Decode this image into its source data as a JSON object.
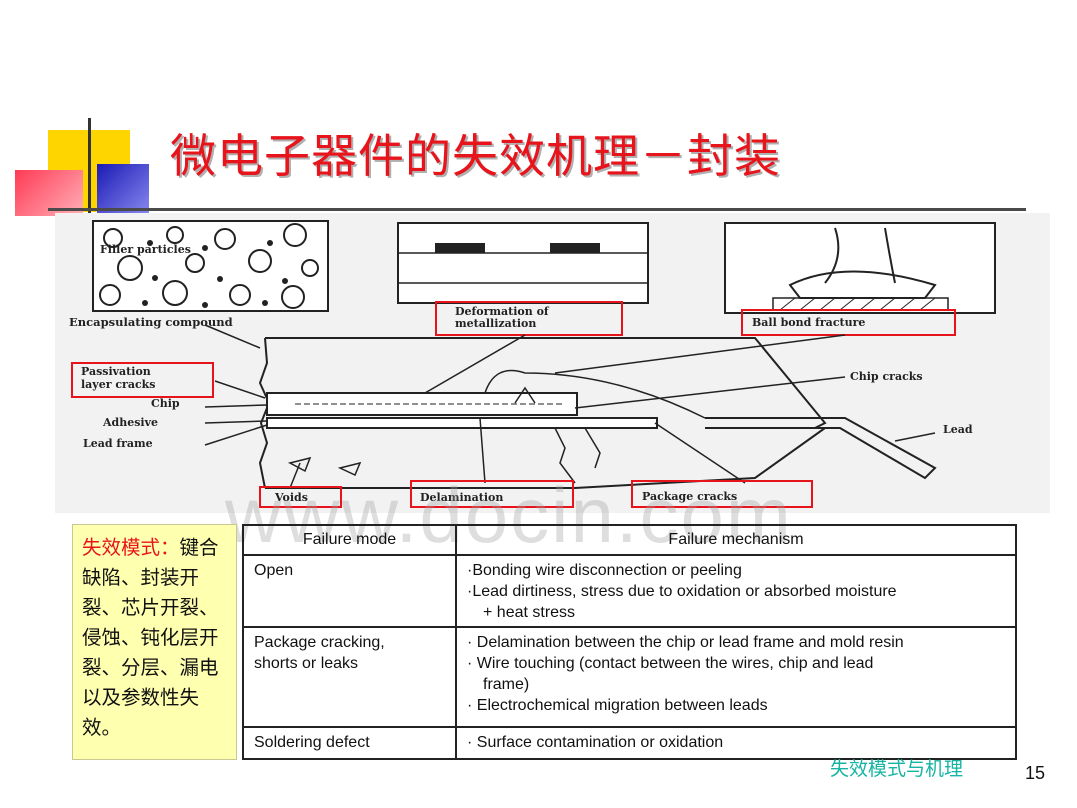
{
  "slide": {
    "title": "微电子器件的失效机理－封装",
    "page_number": "15",
    "footer_label": "失效模式与机理",
    "watermark": "www.docin.com"
  },
  "diagram": {
    "labels": {
      "filler_particles": "Filler particles",
      "encapsulating_compound": "Encapsulating compound",
      "deformation_line1": "Deformation of",
      "deformation_line2": "metallization",
      "ball_bond_fracture": "Ball bond fracture",
      "passivation_line1": "Passivation",
      "passivation_line2": "layer cracks",
      "chip": "Chip",
      "adhesive": "Adhesive",
      "lead_frame": "Lead frame",
      "chip_cracks": "Chip cracks",
      "lead": "Lead",
      "voids": "Voids",
      "delamination": "Delamination",
      "package_cracks": "Package cracks"
    }
  },
  "note": {
    "label": "失效模式：",
    "text": "键合缺陷、封装开裂、芯片开裂、侵蚀、钝化层开裂、分层、漏电以及参数性失效。"
  },
  "table": {
    "headers": [
      "Failure mode",
      "Failure mechanism"
    ],
    "rows": [
      {
        "mode": "Open",
        "mechanisms": [
          "·Bonding wire disconnection or peeling",
          "·Lead dirtiness, stress due to oxidation or absorbed moisture",
          "+ heat stress"
        ]
      },
      {
        "mode_line1": "Package cracking,",
        "mode_line2": "shorts or leaks",
        "mechanisms": [
          "· Delamination between the chip or lead frame and mold resin",
          "· Wire touching (contact between the wires, chip and lead",
          "frame)",
          "· Electrochemical migration between leads"
        ]
      },
      {
        "mode": "Soldering defect",
        "mechanisms": [
          "· Surface contamination or oxidation"
        ]
      }
    ]
  }
}
